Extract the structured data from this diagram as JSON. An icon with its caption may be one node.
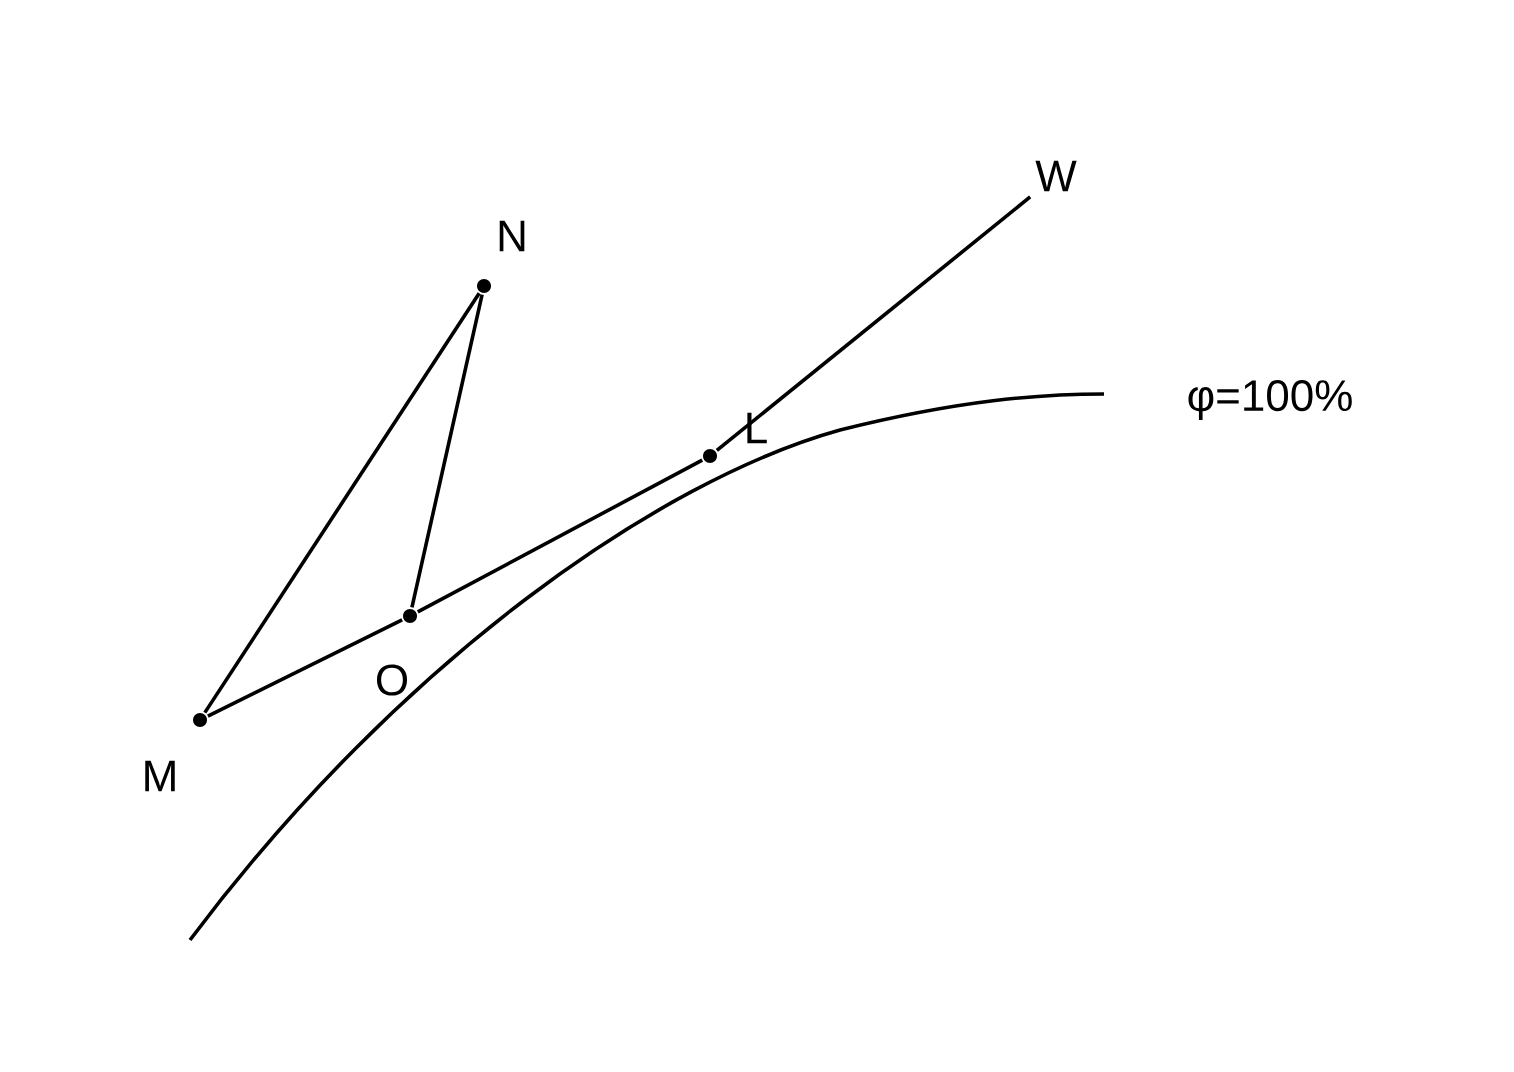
{
  "diagram": {
    "nodes": [
      {
        "text": [],
        "shape": "dot",
        "beside": [
          "M"
        ]
      },
      {
        "text": [],
        "shape": "dot",
        "beside": [
          "N"
        ]
      },
      {
        "text": [],
        "shape": "dot",
        "beside": [
          "O"
        ]
      },
      {
        "text": [],
        "shape": "dot",
        "beside": [
          "L"
        ]
      },
      {
        "text": [
          "W"
        ]
      }
    ],
    "edges": [
      {
        "from": 0,
        "to": 1,
        "arrow": "none"
      },
      {
        "from": 1,
        "to": 2,
        "arrow": "none"
      },
      {
        "from": 0,
        "to": 2,
        "arrow": "none"
      },
      {
        "from": 2,
        "to": 3,
        "arrow": "none"
      },
      {
        "from": 3,
        "to": 4,
        "arrow": "none"
      }
    ],
    "labels": [
      "φ=100%"
    ]
  }
}
